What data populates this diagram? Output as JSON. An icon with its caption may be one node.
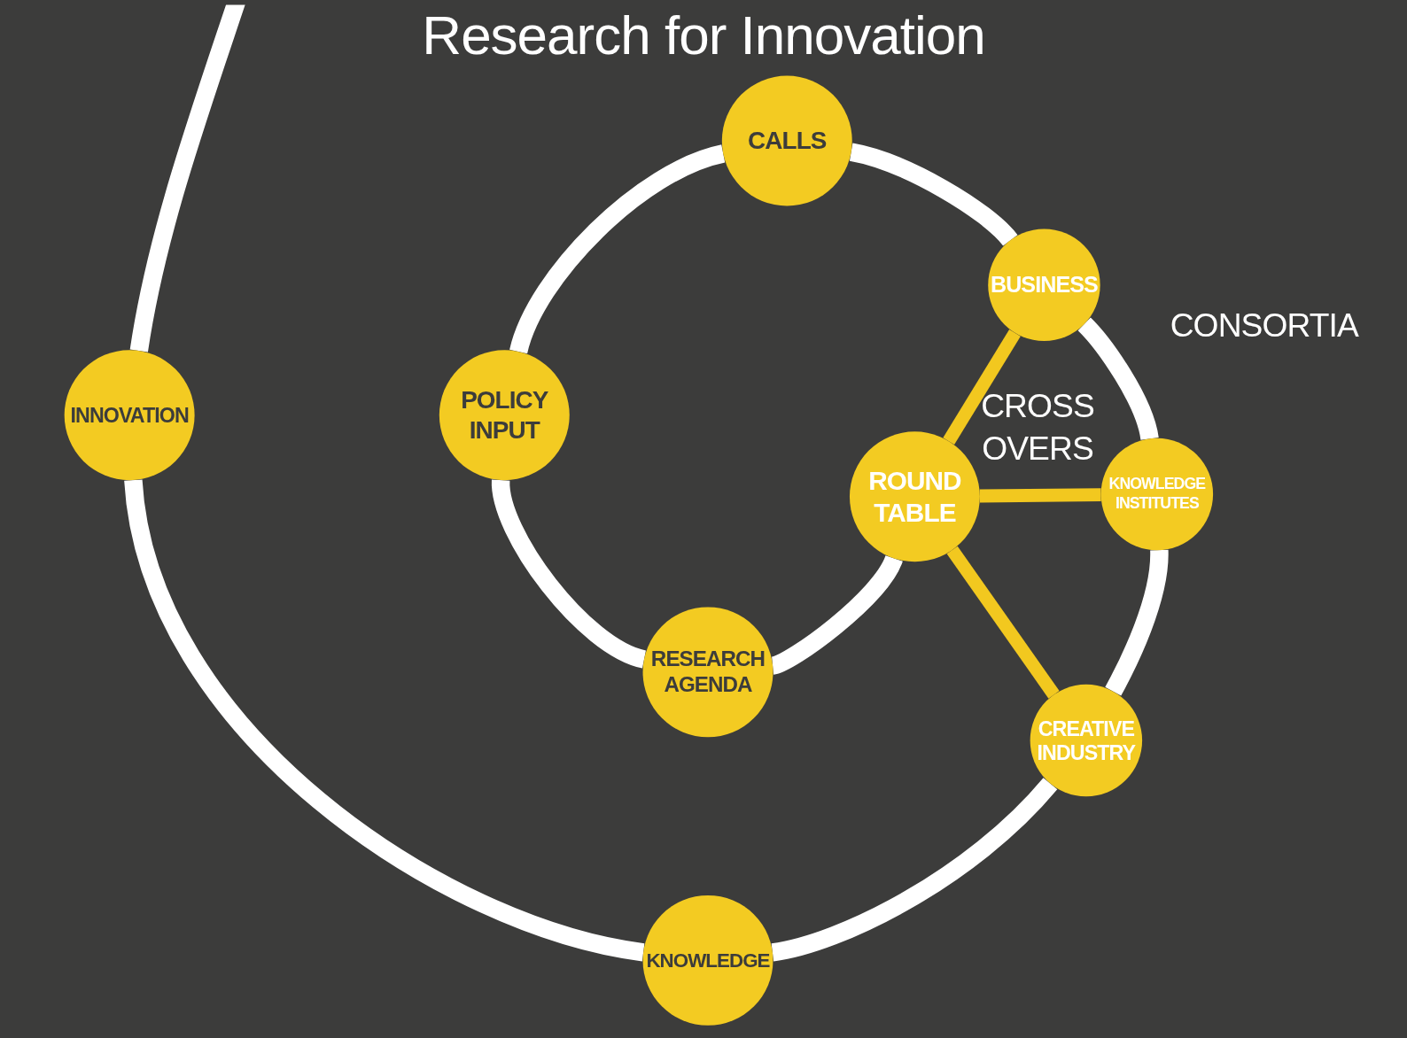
{
  "diagram": {
    "title": "Research for Innovation",
    "nodes": [
      {
        "text": [
          "CALLS"
        ]
      },
      {
        "text": [
          "BUSINESS"
        ]
      },
      {
        "text": [
          "POLICY INPUT"
        ]
      },
      {
        "text": [
          "INNOVATION"
        ]
      },
      {
        "text": [
          "ROUND TABLE"
        ]
      },
      {
        "text": [
          "KNOWLEDGE INSTITUTES"
        ]
      },
      {
        "text": [
          "RESEARCH AGENDA"
        ]
      },
      {
        "text": [
          "CREATIVE INDUSTRY"
        ]
      },
      {
        "text": [
          "KNOWLEDGE"
        ]
      }
    ],
    "edges": [
      {
        "from": 4,
        "to": 6,
        "arrow": "none"
      },
      {
        "from": 6,
        "to": 2,
        "arrow": "none"
      },
      {
        "from": 2,
        "to": 0,
        "arrow": "none"
      },
      {
        "from": 0,
        "to": 1,
        "arrow": "none"
      },
      {
        "from": 1,
        "to": 5,
        "arrow": "none"
      },
      {
        "from": 5,
        "to": 7,
        "arrow": "none"
      },
      {
        "from": 7,
        "to": 8,
        "arrow": "none"
      },
      {
        "from": 8,
        "to": 3,
        "arrow": "none"
      },
      {
        "from": 3,
        "to": null,
        "arrow": "none"
      },
      {
        "from": 4,
        "to": 1,
        "arrow": "none",
        "color": "#f2c81f"
      },
      {
        "from": 4,
        "to": 5,
        "arrow": "none",
        "color": "#f2c81f"
      },
      {
        "from": 4,
        "to": 7,
        "arrow": "none",
        "color": "#f2c81f"
      }
    ],
    "labels": [
      "CONSORTIA",
      "CROSS OVERS"
    ]
  }
}
